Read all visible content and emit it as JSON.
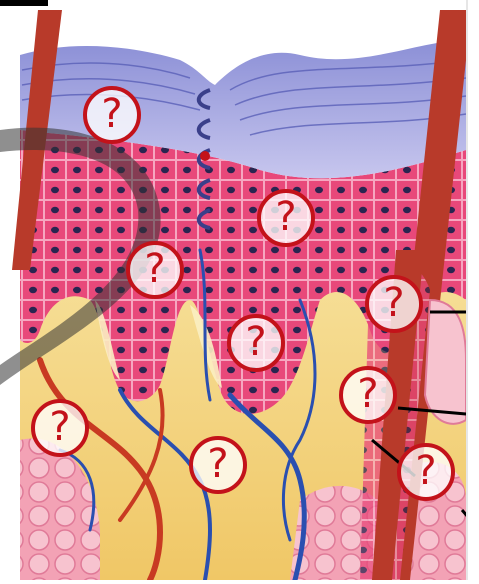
{
  "diagram": {
    "subject": "skin-cross-section-quiz",
    "markers": [
      {
        "id": "m1",
        "label": "?"
      },
      {
        "id": "m2",
        "label": "?"
      },
      {
        "id": "m3",
        "label": "?"
      },
      {
        "id": "m4",
        "label": "?"
      },
      {
        "id": "m5",
        "label": "?"
      },
      {
        "id": "m6",
        "label": "?"
      },
      {
        "id": "m7",
        "label": "?"
      },
      {
        "id": "m8",
        "label": "?"
      },
      {
        "id": "m9",
        "label": "?"
      },
      {
        "id": "m10",
        "label": "?"
      }
    ],
    "colors": {
      "marker_ring": "#c3121a",
      "epidermis_pink": "#e0386a",
      "stratum_corneum": "#7a82c8",
      "dermis_yellow": "#f4d77a",
      "vessel_blue": "#2a4fb0",
      "artery_red": "#c83a22",
      "hair_shaft": "#b83a2a"
    }
  }
}
